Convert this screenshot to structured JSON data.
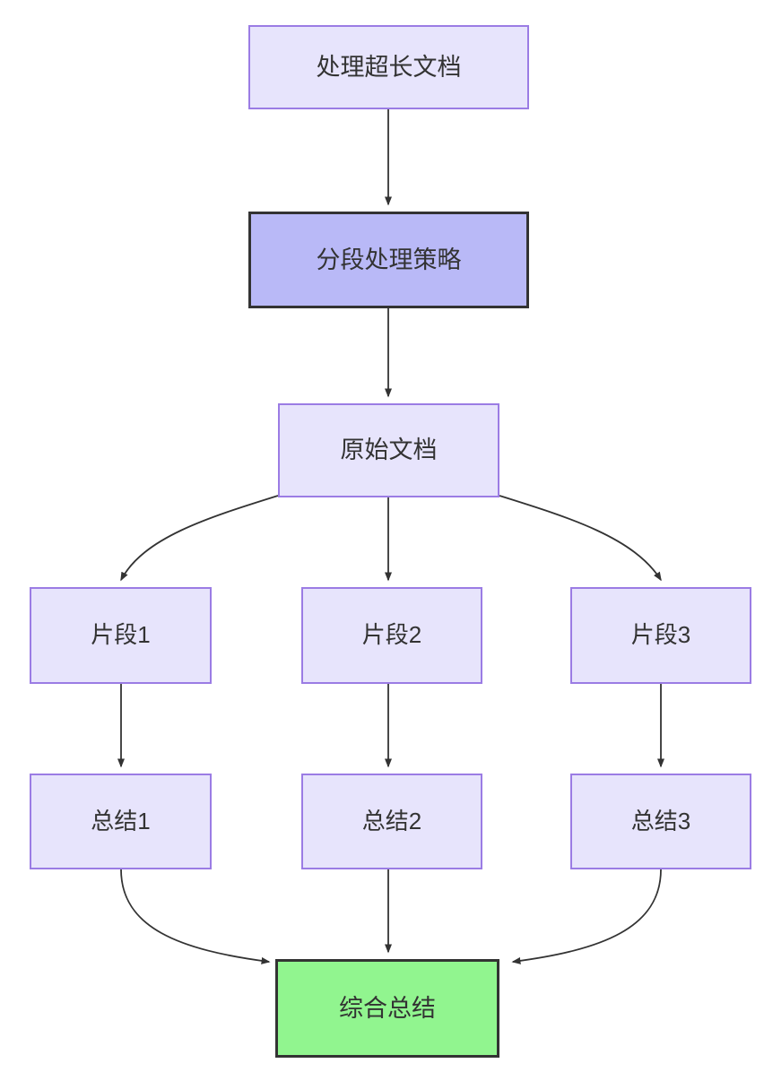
{
  "diagram": {
    "type": "flowchart",
    "direction": "top-to-bottom",
    "background_color": "#ffffff",
    "edge_color": "#333333",
    "text_color": "#333333"
  },
  "nodes": {
    "handle_long_doc": {
      "label": "处理超长文档",
      "style": "plain",
      "fill": "#e7e4fc",
      "stroke": "#9b7ce4"
    },
    "chunk_strategy": {
      "label": "分段处理策略",
      "style": "strategy",
      "fill": "#b9b9f7",
      "stroke": "#333333"
    },
    "original_doc": {
      "label": "原始文档",
      "style": "plain",
      "fill": "#e7e4fc",
      "stroke": "#9b7ce4"
    },
    "fragment_1": {
      "label": "片段1",
      "style": "plain",
      "fill": "#e7e4fc",
      "stroke": "#9b7ce4"
    },
    "fragment_2": {
      "label": "片段2",
      "style": "plain",
      "fill": "#e7e4fc",
      "stroke": "#9b7ce4"
    },
    "fragment_3": {
      "label": "片段3",
      "style": "plain",
      "fill": "#e7e4fc",
      "stroke": "#9b7ce4"
    },
    "summary_1": {
      "label": "总结1",
      "style": "plain",
      "fill": "#e7e4fc",
      "stroke": "#9b7ce4"
    },
    "summary_2": {
      "label": "总结2",
      "style": "plain",
      "fill": "#e7e4fc",
      "stroke": "#9b7ce4"
    },
    "summary_3": {
      "label": "总结3",
      "style": "plain",
      "fill": "#e7e4fc",
      "stroke": "#9b7ce4"
    },
    "final_summary": {
      "label": "综合总结",
      "style": "result",
      "fill": "#91f58f",
      "stroke": "#333333"
    }
  },
  "edges": [
    {
      "from": "handle_long_doc",
      "to": "chunk_strategy",
      "shape": "straight"
    },
    {
      "from": "chunk_strategy",
      "to": "original_doc",
      "shape": "straight"
    },
    {
      "from": "original_doc",
      "to": "fragment_1",
      "shape": "curved"
    },
    {
      "from": "original_doc",
      "to": "fragment_2",
      "shape": "straight"
    },
    {
      "from": "original_doc",
      "to": "fragment_3",
      "shape": "curved"
    },
    {
      "from": "fragment_1",
      "to": "summary_1",
      "shape": "straight"
    },
    {
      "from": "fragment_2",
      "to": "summary_2",
      "shape": "straight"
    },
    {
      "from": "fragment_3",
      "to": "summary_3",
      "shape": "straight"
    },
    {
      "from": "summary_1",
      "to": "final_summary",
      "shape": "curved"
    },
    {
      "from": "summary_2",
      "to": "final_summary",
      "shape": "straight"
    },
    {
      "from": "summary_3",
      "to": "final_summary",
      "shape": "curved"
    }
  ]
}
